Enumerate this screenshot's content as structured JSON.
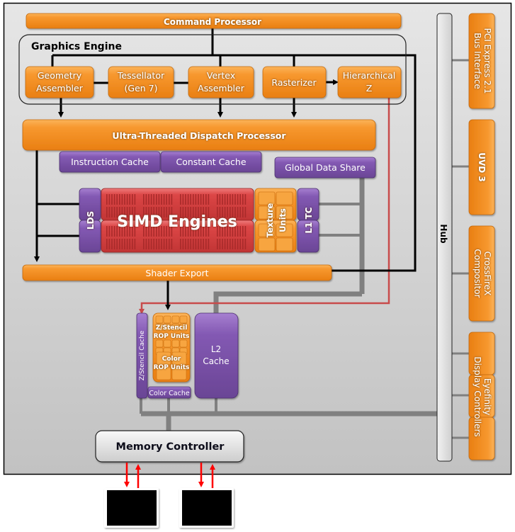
{
  "title": "GPU Architecture Block Diagram",
  "colors": {
    "orange": "#f28f1f",
    "purple": "#7b52a8",
    "red": "#d23a3a",
    "gray_bus": "#808080",
    "red_link": "#c84b4b",
    "memory_link": "#ff0000"
  },
  "blocks": {
    "command_processor": "Command Processor",
    "graphics_engine": "Graphics Engine",
    "geometry_assembler": [
      "Geometry",
      "Assembler"
    ],
    "tessellator": [
      "Tessellator",
      "(Gen 7)"
    ],
    "vertex_assembler": [
      "Vertex",
      "Assembler"
    ],
    "rasterizer": "Rasterizer",
    "hierarchical_z": [
      "Hierarchical",
      "Z"
    ],
    "dispatch_processor": "Ultra-Threaded Dispatch Processor",
    "instruction_cache": "Instruction Cache",
    "constant_cache": "Constant Cache",
    "global_data_share": "Global Data Share",
    "lds": "LDS",
    "simd_engines": "SIMD Engines",
    "texture_units": [
      "Texture",
      "Units"
    ],
    "l1_tc": "L1 TC",
    "shader_export": "Shader Export",
    "z_stencil_cache": "Z/Stencil Cache",
    "z_stencil_rop": [
      "Z/Stencil",
      "ROP Units"
    ],
    "color_rop": [
      "Color",
      "ROP Units"
    ],
    "color_cache": "Color Cache",
    "l2_cache": [
      "L2",
      "Cache"
    ],
    "memory_controller": "Memory Controller",
    "hub": "Hub",
    "pci_express": [
      "PCI Express 2.1",
      "Bus Interface"
    ],
    "uvd": "UVD 3",
    "crossfire": [
      "CrossFireX",
      "Compositor"
    ],
    "eyefinity": [
      "Eyefinity",
      "Display Controllers"
    ]
  }
}
